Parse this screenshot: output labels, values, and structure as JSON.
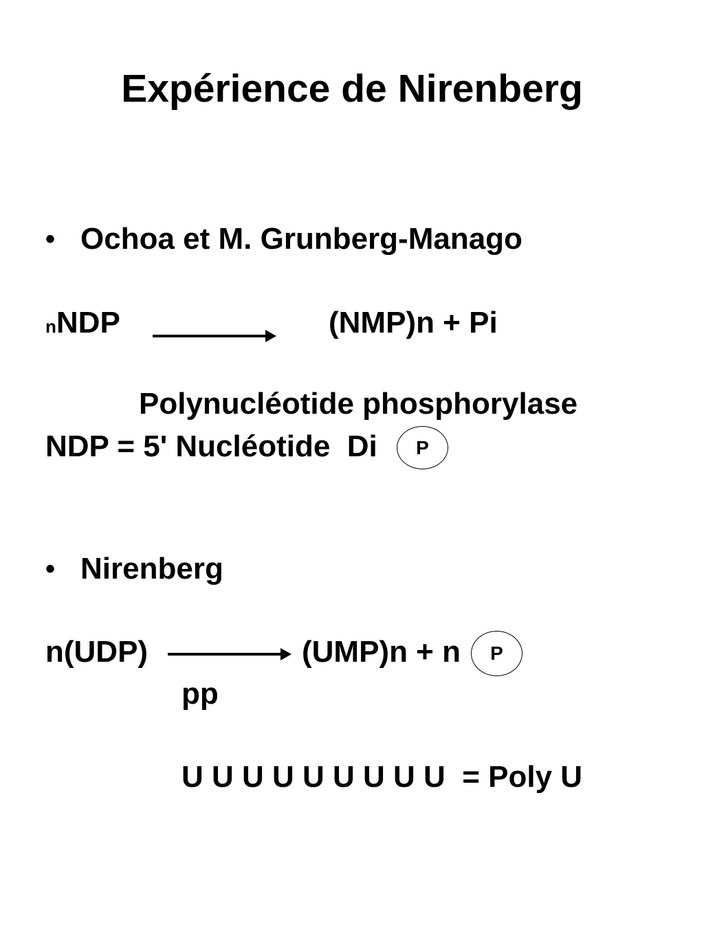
{
  "title": "Expérience de Nirenberg",
  "section1": {
    "bullet": "•",
    "heading": "Ochoa et M. Grunberg-Manago",
    "reaction": {
      "prefix_sub": "n",
      "reactant": "NDP",
      "product": "(NMP)n + Pi"
    },
    "enzyme": "Polynucléotide phosphorylase",
    "definition": "NDP = 5' Nucléotide  Di",
    "circle_label": "P"
  },
  "section2": {
    "bullet": "•",
    "heading": "Nirenberg",
    "reaction": {
      "reactant": "n(UDP)",
      "product": "(UMP)n + n",
      "circle_label": "P"
    },
    "pp": "pp",
    "poly": "U U U U U U U U U  = Poly U"
  }
}
